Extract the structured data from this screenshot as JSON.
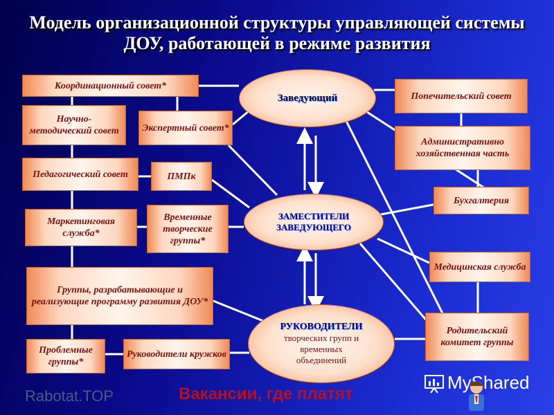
{
  "title": "Модель организационной структуры управляющей системы ДОУ, работающей в режиме развития",
  "boxes": {
    "coord": "Координационный совет*",
    "nauch": "Научно-методический совет",
    "expert": "Экспертный совет*",
    "ped": "Педагогический совет",
    "pmpk": "ПМПк",
    "market": "Маркетинговая служба*",
    "vremen": "Временные творческие группы*",
    "gruppy": "Группы, разрабатывающие и реализующие программу развития ДОУ*",
    "problem": "Проблемные группы*",
    "kruzh": "Руководители кружков",
    "popech": "Попечительский совет",
    "admin": "Административно хозяйственная часть",
    "buh": "Бухгалтерия",
    "med": "Медицинская служба",
    "rod": "Родительский комитет группы"
  },
  "ellipses": {
    "zav": "Заведующий",
    "zam": "ЗАМЕСТИТЕЛИ ЗАВЕДУЮЩЕГО",
    "ruk_head": "РУКОВОДИТЕЛИ",
    "ruk_sub": "творческих групп и временных объединений"
  },
  "watermarks": {
    "left": "Rabotat.TOP",
    "center": "Вакансии, где платят",
    "logo": "MyShared"
  },
  "colors": {
    "box_text": "#7a1010",
    "ellipse_head": "#00008b",
    "line": "#ffffff"
  }
}
